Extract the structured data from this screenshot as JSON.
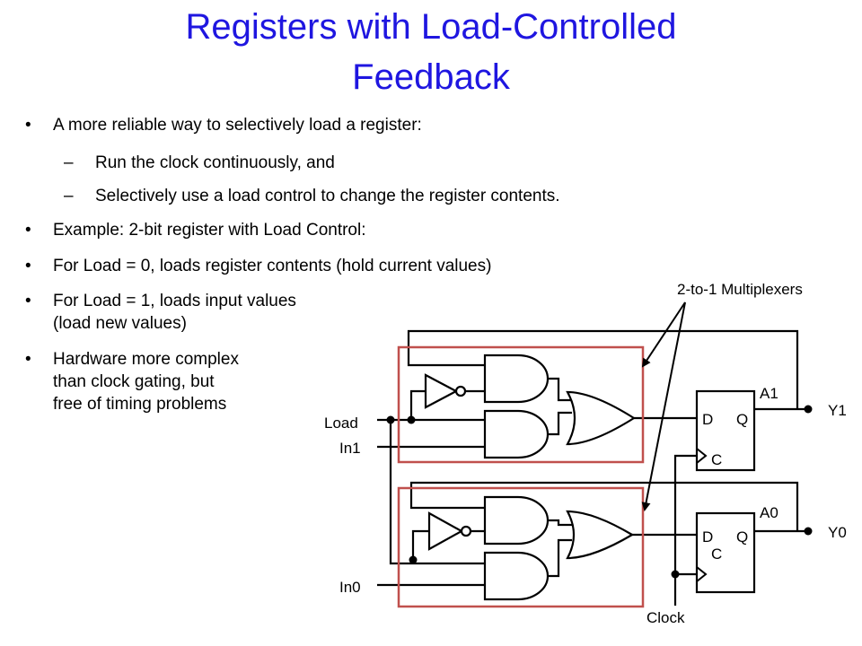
{
  "title_line1": "Registers with Load-Controlled",
  "title_line2": "Feedback",
  "bullet_glyph": "•",
  "dash_glyph": "–",
  "bullets": {
    "b1": "A more reliable way to selectively load a register:",
    "b1a": "Run the clock continuously, and",
    "b1b": "Selectively use a load control to change the register contents.",
    "b2": "Example: 2-bit register with Load Control:",
    "b3": "For Load = 0, loads register contents (hold current values)",
    "b4_l1": "For Load = 1, loads input values",
    "b4_l2": "(load new values)",
    "b5_l1": "Hardware more complex",
    "b5_l2": "than clock gating, but",
    "b5_l3": "free of timing problems"
  },
  "diagram": {
    "mux_label": "2-to-1 Multiplexers",
    "load": "Load",
    "in1": "In1",
    "in0": "In0",
    "clock": "Clock",
    "a1": "A1",
    "a0": "A0",
    "y1": "Y1",
    "y0": "Y0",
    "ff_d": "D",
    "ff_q": "Q",
    "ff_c": "C",
    "mux_box_color": "#c0504d",
    "title_color": "#1f16e0"
  }
}
